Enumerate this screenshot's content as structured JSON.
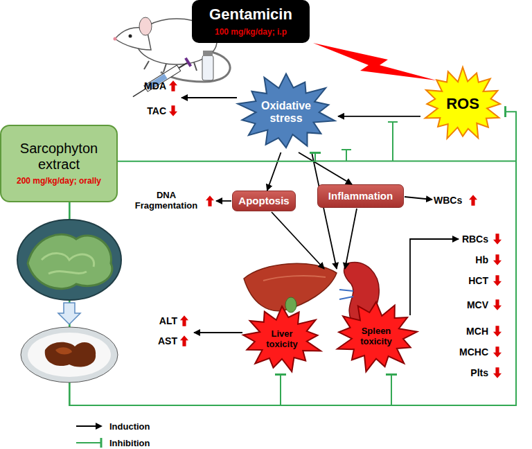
{
  "diagram": {
    "nodes": [
      {
        "text": [
          "Gentamicin",
          "100 mg/kg/day; i.p"
        ]
      },
      {
        "text": [
          "Oxidative stress"
        ]
      },
      {
        "text": [
          "ROS"
        ]
      },
      {
        "text": [
          "Sarcophyton extract",
          "200 mg/kg/day; orally"
        ]
      },
      {
        "text": [
          "Apoptosis"
        ]
      },
      {
        "text": [
          "Inflammation"
        ]
      },
      {
        "text": [
          "Liver toxicity"
        ]
      },
      {
        "text": [
          "Spleen toxicity"
        ]
      }
    ],
    "edges": [
      {
        "from": 2,
        "to": 1,
        "arrow": "to"
      },
      {
        "from": 1,
        "to": 4,
        "arrow": "to"
      },
      {
        "from": 1,
        "to": 5,
        "arrow": "to"
      },
      {
        "from": 3,
        "to": 1,
        "arrow": "to"
      },
      {
        "from": 3,
        "to": 2,
        "arrow": "to"
      },
      {
        "from": 3,
        "to": 6,
        "arrow": "to"
      },
      {
        "from": 3,
        "to": 7,
        "arrow": "to"
      }
    ],
    "labels": [
      "MDA",
      "TAC",
      "DNA Fragmentation",
      "WBCs",
      "RBCs",
      "Hb",
      "HCT",
      "MCV",
      "MCH",
      "MCHC",
      "Plts",
      "ALT",
      "AST"
    ],
    "legend": [
      {
        "text": "Induction"
      },
      {
        "text": "Inhibition"
      }
    ]
  }
}
